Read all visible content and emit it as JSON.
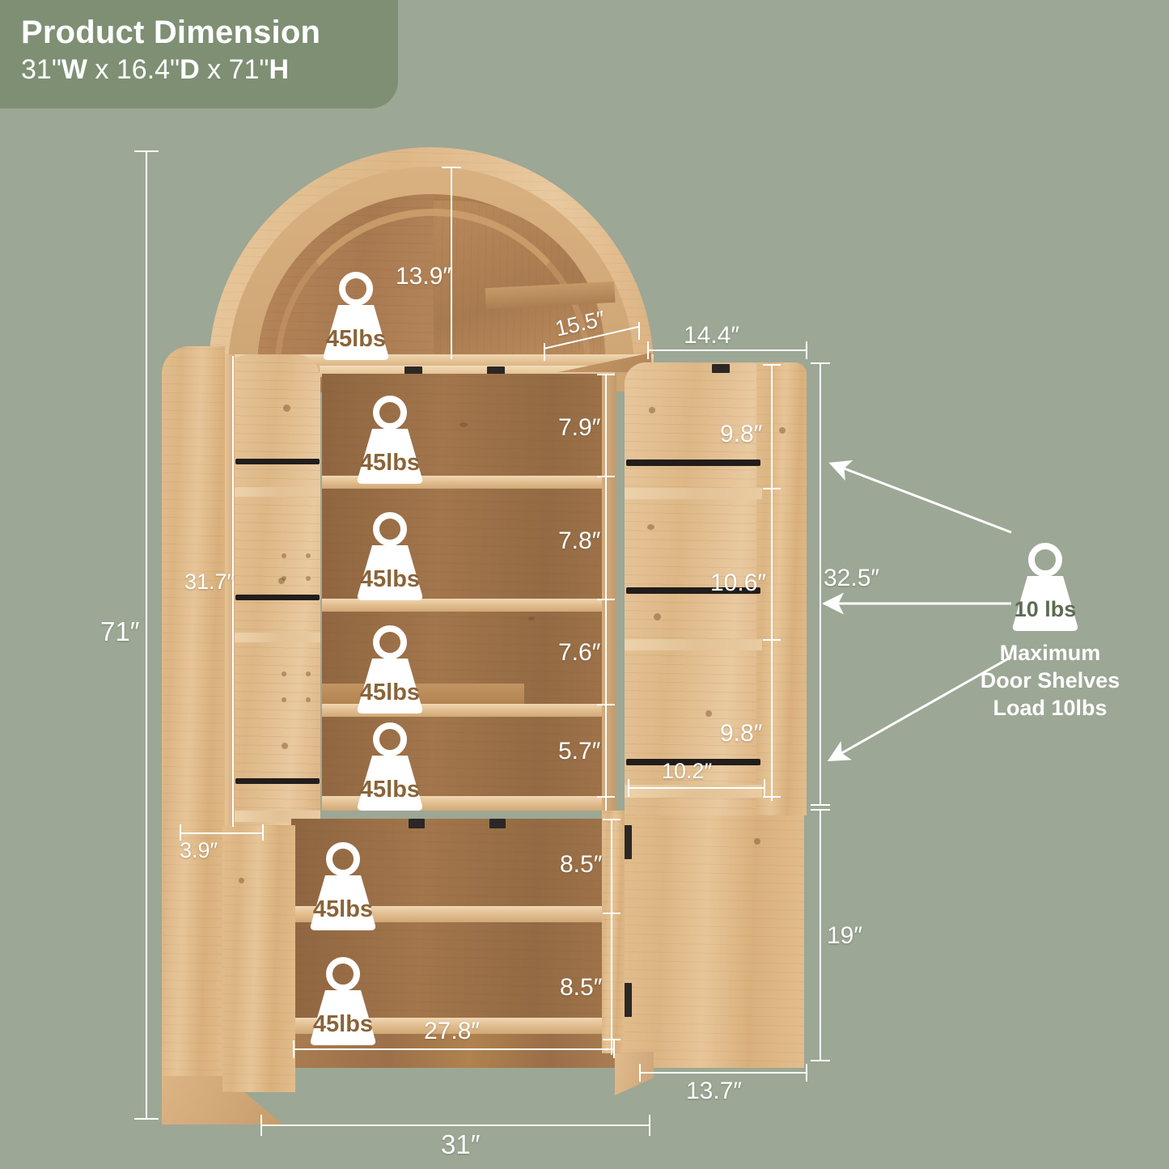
{
  "header": {
    "title": "Product Dimension",
    "sub_prefix": "31\"",
    "sub_w": "W",
    "sub_mid1": " x 16.4\"",
    "sub_d": "D",
    "sub_mid2": " x 71\"",
    "sub_h": "H",
    "full_subtitle": "31\"W x 16.4\"D x 71\"H",
    "badge_color": "#7e8f74"
  },
  "background_color": "#9ca795",
  "dimension_text_color": "#ffffff",
  "dimensions": {
    "overall_height": "71″",
    "overall_width": "31″",
    "arch_interior_height": "13.9″",
    "arch_depth": "15.5″",
    "top_door_width": "14.4″",
    "left_door_height": "31.7″",
    "left_door_depth": "3.9″",
    "shelf_gap_1": "7.9″",
    "shelf_gap_2": "7.8″",
    "shelf_gap_3": "7.6″",
    "shelf_gap_4": "5.7″",
    "door_shelf_1": "9.8″",
    "door_shelf_2": "10.6″",
    "door_shelf_3": "9.8″",
    "door_shelf_width": "10.2″",
    "upper_door_height": "32.5″",
    "lower_shelf_gap_1": "8.5″",
    "lower_shelf_gap_2": "8.5″",
    "interior_width": "27.8″",
    "lower_door_width": "13.7″",
    "lower_door_height": "19″"
  },
  "weights": {
    "shelf_label": "45lbs",
    "door_label": "10 lbs",
    "note_line_1": "Maximum",
    "note_line_2": "Door Shelves",
    "note_line_3": "Load 10lbs",
    "shelf_count": 7
  }
}
